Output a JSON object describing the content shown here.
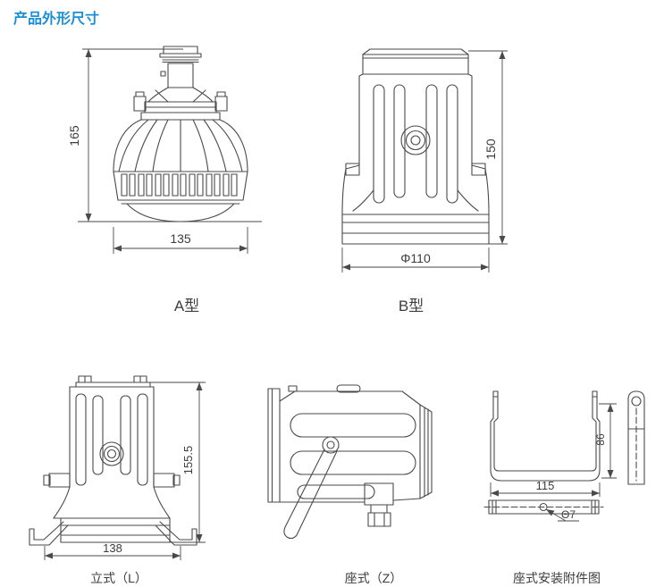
{
  "page": {
    "title": "产品外形尺寸"
  },
  "colors": {
    "title_blue": "#1b8fd6",
    "line_gray": "#4a4a4a",
    "text_gray": "#3c3c3c"
  },
  "figures": {
    "type_a": {
      "label": "A型",
      "height": "165",
      "width": "135"
    },
    "type_b": {
      "label": "B型",
      "height": "150",
      "diameter": "Φ110"
    },
    "vertical_l": {
      "label": "立式（L）",
      "height": "155.5",
      "width": "138"
    },
    "seat_z": {
      "label": "座式（Z）"
    },
    "bracket_acc": {
      "label": "座式安装附件图",
      "height": "86",
      "width": "115",
      "hole": "Θ7"
    }
  }
}
